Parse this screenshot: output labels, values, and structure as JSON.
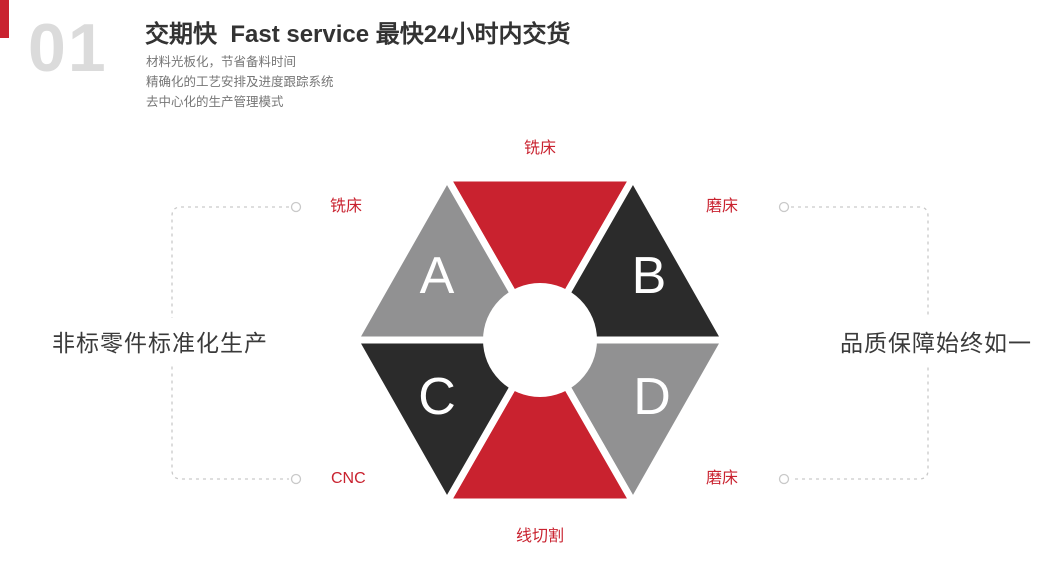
{
  "header": {
    "index": "01",
    "title": "交期快  Fast service 最快24小时内交货",
    "bullets": [
      "材料光板化，节省备料时间",
      "精确化的工艺安排及进度跟踪系统",
      "去中心化的生产管理模式"
    ]
  },
  "diagram": {
    "letters": {
      "a": "A",
      "b": "B",
      "c": "C",
      "d": "D"
    },
    "labels": {
      "top": "铣床",
      "left_top": "铣床",
      "right_top": "磨床",
      "left_bottom": "CNC",
      "right_bottom": "磨床",
      "bottom": "线切割"
    }
  },
  "sides": {
    "left": "非标零件标准化生产",
    "right": "品质保障始终如一"
  },
  "colors": {
    "red": "#c9222f",
    "dark": "#2b2b2b",
    "gray": "#919192",
    "line": "#c9c9c9",
    "white": "#ffffff"
  }
}
